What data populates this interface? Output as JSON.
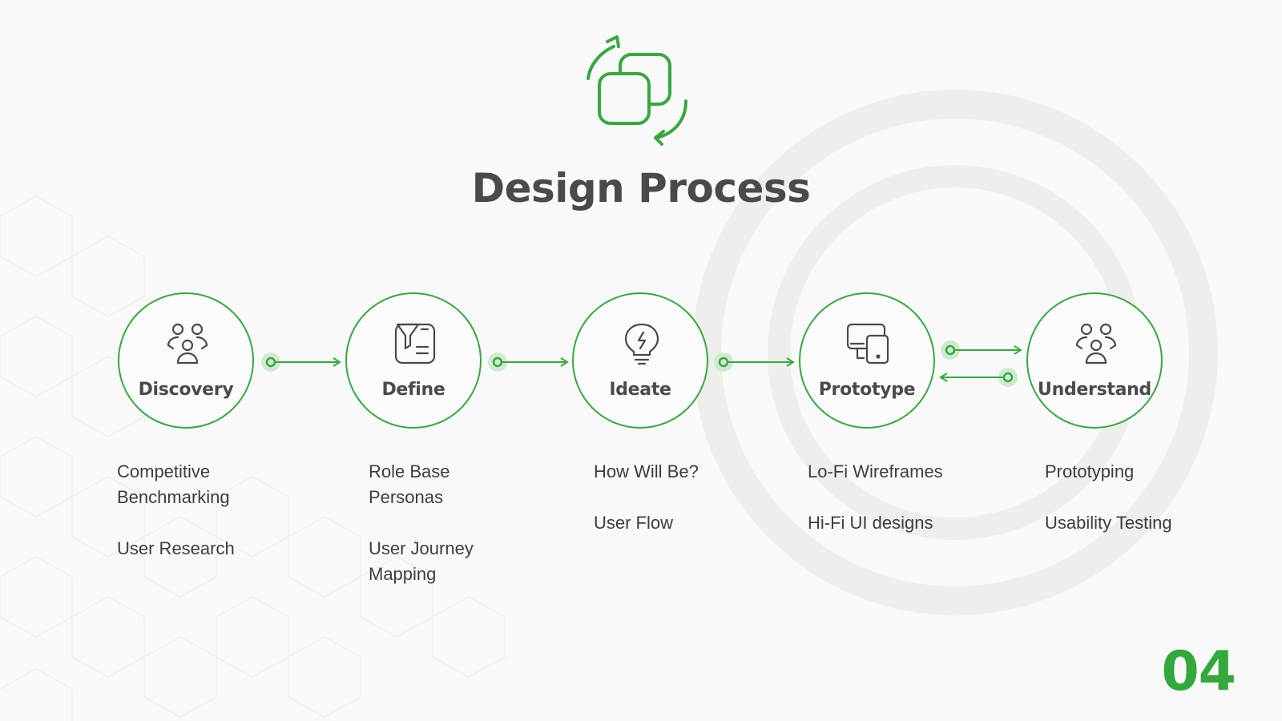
{
  "title": "Design Process",
  "page_number": "04",
  "colors": {
    "accent": "#36a83f",
    "text": "#4a4a4a",
    "background": "#f9f9f9",
    "ring": "#eeeeea"
  },
  "steps": [
    {
      "label": "Discovery",
      "icon": "people-group-icon",
      "items": [
        "Competitive Benchmarking",
        "User Research"
      ]
    },
    {
      "label": "Define",
      "icon": "funnel-list-icon",
      "items": [
        "Role Base Personas",
        "User Journey Mapping"
      ]
    },
    {
      "label": "Ideate",
      "icon": "lightbulb-icon",
      "items": [
        "How Will Be?",
        "User Flow"
      ]
    },
    {
      "label": "Prototype",
      "icon": "devices-icon",
      "items": [
        "Lo-Fi Wireframes",
        "Hi-Fi UI designs"
      ]
    },
    {
      "label": "Understand",
      "icon": "people-group-icon",
      "items": [
        "Prototyping",
        "Usability Testing"
      ]
    }
  ]
}
